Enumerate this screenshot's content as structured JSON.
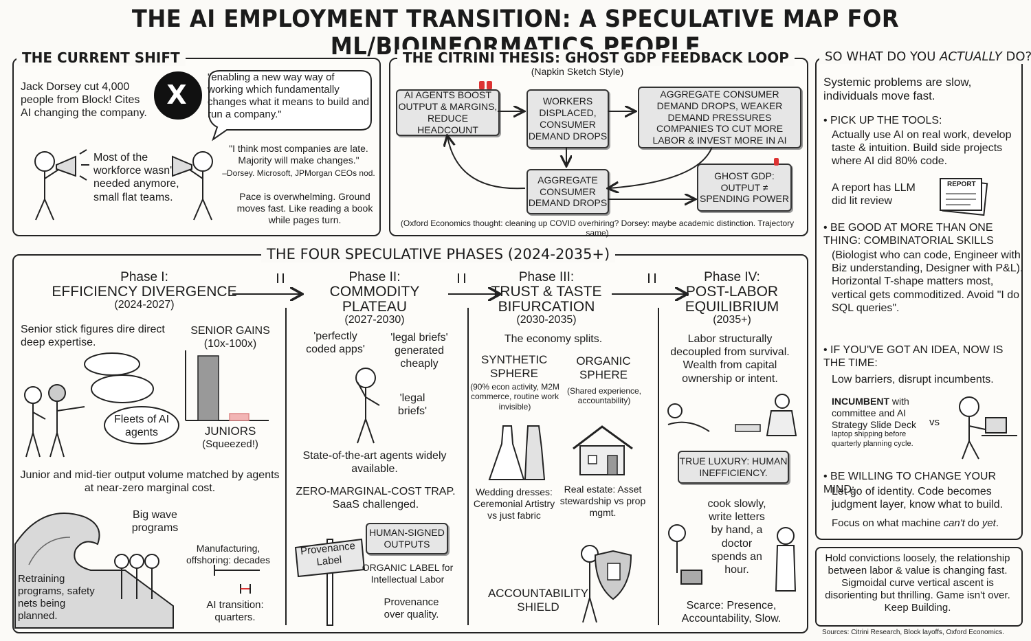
{
  "title": "THE AI EMPLOYMENT TRANSITION: A SPECULATIVE MAP FOR ML/BIOINFORMATICS PEOPLE",
  "shift": {
    "title": "THE CURRENT SHIFT",
    "intro": "Jack Dorsey cut 4,000 people from Block! Cites AI changing the company.",
    "quote1": "\"enabling a new way way of working which fundamentally changes what it means to build and run a company.\"",
    "workforce": "Most of the workforce wasn't needed anymore, small flat teams.",
    "quote2": "\"I think most companies are late. Majority will make changes.\"",
    "nod": "–Dorsey. Microsoft, JPMorgan CEOs nod.",
    "pace": "Pace is overwhelming. Ground moves fast. Like reading a book while pages turn.",
    "x_logo": "X"
  },
  "citrini": {
    "title": "THE CITRINI THESIS: GHOST GDP FEEDBACK LOOP",
    "subtitle": "(Napkin Sketch Style)",
    "box1": "AI AGENTS BOOST OUTPUT & MARGINS, REDUCE HEADCOUNT",
    "box2": "WORKERS DISPLACED, CONSUMER DEMAND DROPS",
    "box3": "AGGREGATE CONSUMER DEMAND DROPS, WEAKER DEMAND PRESSURES COMPANIES TO CUT MORE LABOR & INVEST MORE IN AI",
    "box4": "AGGREGATE CONSUMER DEMAND DROPS",
    "box5": "GHOST GDP: OUTPUT ≠ SPENDING POWER",
    "note": "(Oxford Economics thought: cleaning up COVID overhiring? Dorsey: maybe academic distinction. Trajectory same)"
  },
  "phases": {
    "title": "THE FOUR SPECULATIVE PHASES (2024-2035+)",
    "p1": {
      "name": "Phase I:",
      "title": "EFFICIENCY DIVERGENCE",
      "years": "(2024-2027)",
      "senior": "Senior stick figures dire direct deep expertise.",
      "gains": "SENIOR GAINS (10x-100x)",
      "fleets": "Fleets of AI agents",
      "juniors": "JUNIORS",
      "squeezed": "(Squeezed!)",
      "junior_text": "Junior and mid-tier output volume matched by agents at near-zero marginal cost.",
      "wave": "Big wave programs",
      "retrain": "Retraining programs, safety nets being planned.",
      "manuf": "Manufacturing, offshoring: decades",
      "aitrans": "AI transition: quarters."
    },
    "p2": {
      "name": "Phase II:",
      "title": "COMMODITY PLATEAU",
      "years": "(2027-2030)",
      "q1": "'perfectly coded apps'",
      "q2": "'legal briefs' generated cheaply",
      "q3": "'legal briefs'",
      "sota": "State-of-the-art agents widely available.",
      "trap": "ZERO-MARGINAL-COST TRAP. SaaS challenged.",
      "human": "HUMAN-SIGNED OUTPUTS",
      "sign": "Provenance Label",
      "organic": "ORGANIC LABEL for Intellectual Labor",
      "prov": "Provenance over quality."
    },
    "p3": {
      "name": "Phase III:",
      "title": "TRUST & TASTE BIFURCATION",
      "years": "(2030-2035)",
      "splits": "The economy splits.",
      "synth": "SYNTHETIC SPHERE",
      "synth_d": "(90% econ activity, M2M commerce, routine work invisible)",
      "org": "ORGANIC SPHERE",
      "org_d": "(Shared experience, accountability)",
      "dresses": "Wedding dresses: Ceremonial Artistry vs just fabric",
      "estate": "Real estate: Asset stewardship vs prop mgmt.",
      "shield": "ACCOUNTABILITY SHIELD"
    },
    "p4": {
      "name": "Phase IV:",
      "title": "POST-LABOR EQUILIBRIUM",
      "years": "(2035+)",
      "labor": "Labor structurally decoupled from survival. Wealth from capital ownership or intent.",
      "luxury": "TRUE LUXURY: HUMAN INEFFICIENCY.",
      "cook": "cook slowly, write letters by hand, a doctor spends an hour.",
      "scarce": "Scarce: Presence, Accountability, Slow."
    }
  },
  "right": {
    "title_pre": "SO WHAT DO YOU ",
    "title_em": "ACTUALLY",
    "title_post": " DO?",
    "intro": "Systemic problems are slow, individuals move fast.",
    "b1h": "• PICK UP THE TOOLS:",
    "b1": "Actually use AI on real work, develop taste & intuition. Build side projects where AI did 80% code.",
    "report_text": "A report has LLM did lit review",
    "report_label": "REPORT",
    "b2h": "• BE GOOD AT MORE THAN ONE THING: COMBINATORIAL SKILLS",
    "b2": "(Biologist who can code, Engineer with Biz understanding, Designer with P&L). Horizontal T-shape matters most, vertical gets commoditized. Avoid \"I do SQL queries\".",
    "b3h": "• IF YOU'VE GOT AN IDEA, NOW IS THE TIME:",
    "b3": "Low barriers, disrupt incumbents.",
    "incumbent": "INCUMBENT",
    "incumbent_rest": " with committee and AI Strategy Slide Deck",
    "incumbent_small": "laptop shipping before quarterly planning cycle.",
    "vs": "vs",
    "b4h": "• BE WILLING TO CHANGE YOUR MIND:",
    "b4": "Let go of identity. Code becomes judgment layer, know what to build.",
    "b4b_pre": "Focus on what machine ",
    "b4b_em": "can't",
    "b4b_mid": " do ",
    "b4b_em2": "yet",
    "b4b_post": ".",
    "closing": "Hold convictions loosely, the relationship between labor & value is changing fast. Sigmoidal curve vertical ascent is disorienting but thrilling. Game isn't over. Keep Building.",
    "sources": "Sources: Citrini Research, Block layoffs, Oxford Economics."
  }
}
